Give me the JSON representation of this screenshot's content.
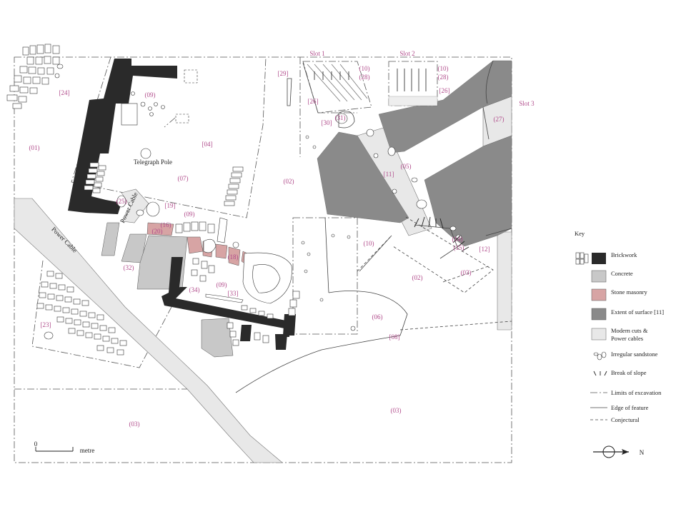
{
  "labels": {
    "ctx_24": "[24]",
    "ctx_01": "(01)",
    "ctx_09a": "(09)",
    "ctx_04": "[04]",
    "ctx_07": "(07)",
    "telegraph": "Telegraph Pole",
    "ctx_02a": "(02)",
    "ctx_25": "(25)",
    "ctx_19": "[19]",
    "ctx_09b": "(09)",
    "power_cable_vertical": "Power Cable",
    "ctx_16": "(16)",
    "ctx_20": "(20)",
    "ctx_32": "(32)",
    "ctx_18": "(18)",
    "ctx_34": "(34)",
    "ctx_09c": "(09)",
    "ctx_33": "[33]",
    "ctx_23": "[23]",
    "power_cable_diag": "Power Cable",
    "ctx_03a": "(03)",
    "ctx_03b": "(03)",
    "ctx_03c": "(03)",
    "ctx_02b": "(02)",
    "ctx_06": "(06)",
    "ctx_08": "[08]",
    "ctx_10": "(10)",
    "ctx_29": "[29]",
    "slot1": "Slot 1",
    "slot2": "Slot 2",
    "slot3": "Slot 3",
    "ctx_10_s1": "(10)",
    "ctx_28_s1": "(28)",
    "ctx_10_s2": "(10)",
    "ctx_28_s2": "(28)",
    "ctx_26a": "[26]",
    "ctx_26b": "[26]",
    "ctx_27": "(27)",
    "ctx_30": "[30]",
    "ctx_31": "(31)",
    "ctx_11": "[11]",
    "ctx_05": "(05)",
    "ctx_14": "(14)",
    "ctx_15": "(15)",
    "ctx_12": "[12]",
    "scale_zero": "0",
    "scale_unit": "metre",
    "north": "N"
  },
  "key": {
    "title": "Key",
    "items": [
      {
        "label": "Brickwork"
      },
      {
        "label": "Concrete"
      },
      {
        "label": "Stone masonry"
      },
      {
        "label": "Extent of surface [11]"
      },
      {
        "label": "Modern  cuts &"
      },
      {
        "label": "Power  cables"
      },
      {
        "label": "Irregular sandstone"
      },
      {
        "label": "Break of slope"
      },
      {
        "label": "Limits of excavation"
      },
      {
        "label": "Edge of feature"
      },
      {
        "label": "Conjectural"
      }
    ]
  },
  "colors": {
    "brickwork": "#2a2a2a",
    "concrete": "#c8c8c8",
    "stone_masonry": "#d7a4a4",
    "surface": "#8a8a8a",
    "modern_cuts": "#e8e8e8",
    "context_label": "#b04a8a"
  }
}
